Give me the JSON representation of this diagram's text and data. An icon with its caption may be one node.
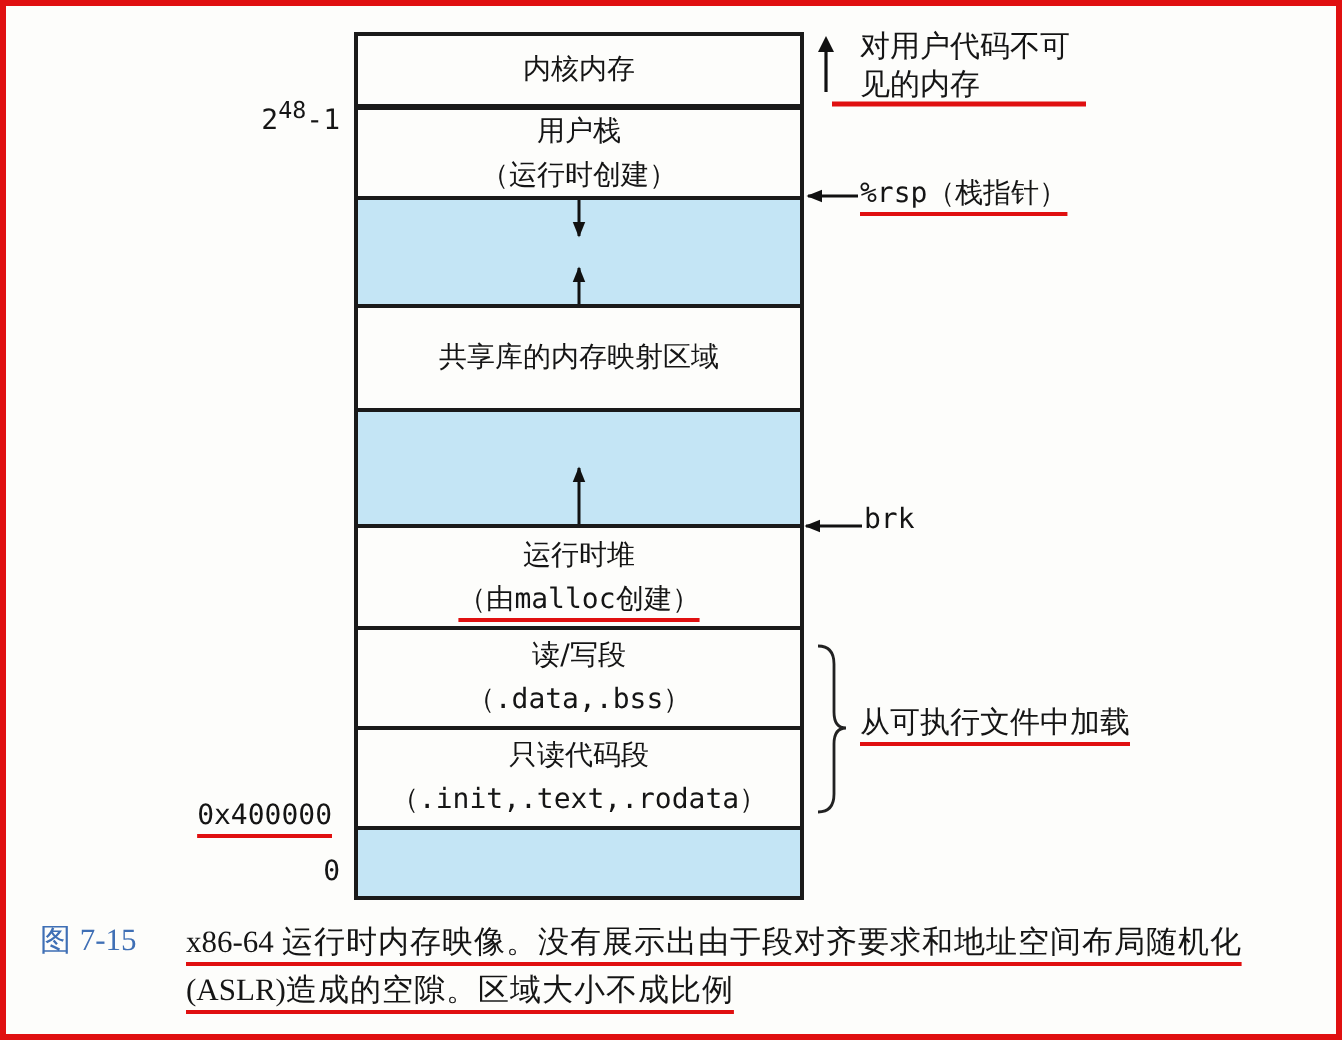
{
  "diagram": {
    "caption": "x86-64 运行时内存映像。没有展示出由于段对齐要求和地址空间布局随机化(ASLR)造成的空隙。区域大小不成比例",
    "nodes": [
      {
        "text": [
          "内核内存"
        ]
      },
      {
        "text": [
          "用户栈",
          "（运行时创建）"
        ]
      },
      {
        "text": [],
        "shape": "box"
      },
      {
        "text": [
          "共享库的内存映射区域"
        ]
      },
      {
        "text": [],
        "shape": "box"
      },
      {
        "text": [
          "运行时堆",
          "（由malloc创建）"
        ]
      },
      {
        "text": [
          "读/写段",
          "（.data,.bss）"
        ]
      },
      {
        "text": [
          "只读代码段",
          "（.init,.text,.rodata）"
        ]
      },
      {
        "text": [],
        "shape": "box"
      },
      {
        "text": [
          "%rsp（栈指针）"
        ]
      },
      {
        "text": [
          "brk"
        ]
      }
    ],
    "edges": [
      {
        "from": 9,
        "to": null,
        "arrow": "to"
      },
      {
        "from": 10,
        "to": 5,
        "arrow": "to"
      },
      {
        "from": 1,
        "to": 2,
        "arrow": "to"
      },
      {
        "from": 3,
        "to": 2,
        "arrow": "to"
      },
      {
        "from": 5,
        "to": 4,
        "arrow": "to"
      }
    ],
    "labels": [
      "对用户代码不可见的内存",
      "2$^{48}$-1",
      "从可执行文件中加载",
      "0x400000",
      "0",
      "图 7-15"
    ]
  }
}
